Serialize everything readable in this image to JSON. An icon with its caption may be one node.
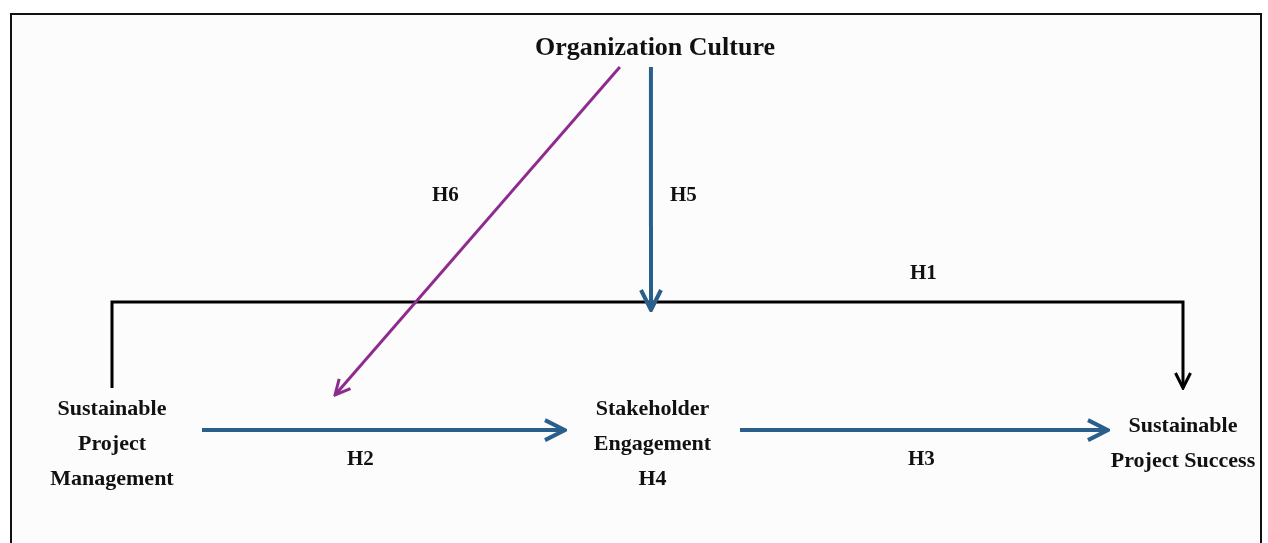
{
  "diagram": {
    "nodes": [
      {
        "text": [
          "Organization Culture"
        ]
      },
      {
        "text": [
          "Sustainable Project Management"
        ]
      },
      {
        "text": [
          "Stakeholder Engagement",
          "H4"
        ]
      },
      {
        "text": [
          "Sustainable Project Success"
        ]
      }
    ],
    "edges": [
      {
        "from": 1,
        "to": 3,
        "arrow": "to",
        "label": "H1",
        "color": "#000000"
      },
      {
        "from": 1,
        "to": 2,
        "arrow": "to",
        "label": "H2"
      },
      {
        "from": 2,
        "to": 3,
        "arrow": "to",
        "label": "H3"
      },
      {
        "from": 0,
        "to": null,
        "arrow": "to",
        "label": "H5"
      },
      {
        "from": 0,
        "to": null,
        "arrow": "to",
        "label": "H6",
        "color": "#8e2b8e"
      }
    ]
  }
}
